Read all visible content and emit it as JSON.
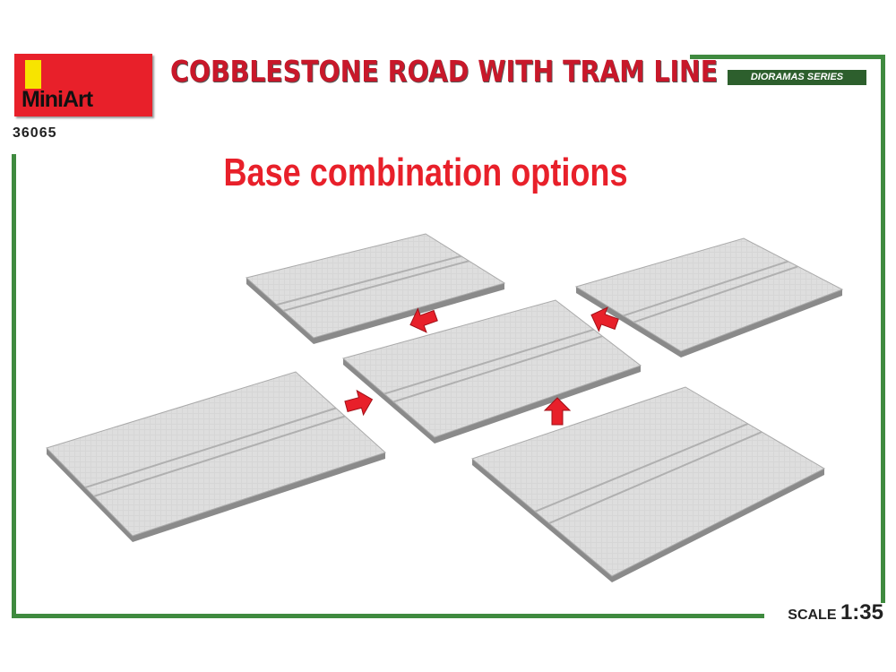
{
  "brand": {
    "logo_text": "MiniArt",
    "code": "36065"
  },
  "title": "COBBLESTONE ROAD WITH TRAM LINE",
  "series": "DIORAMAS SERIES",
  "heading": "Base combination options",
  "scale": {
    "label": "SCALE",
    "value": "1:35"
  },
  "colors": {
    "red": "#e8202a",
    "green": "#3f8a3f",
    "slab": "#d4d4d4"
  }
}
